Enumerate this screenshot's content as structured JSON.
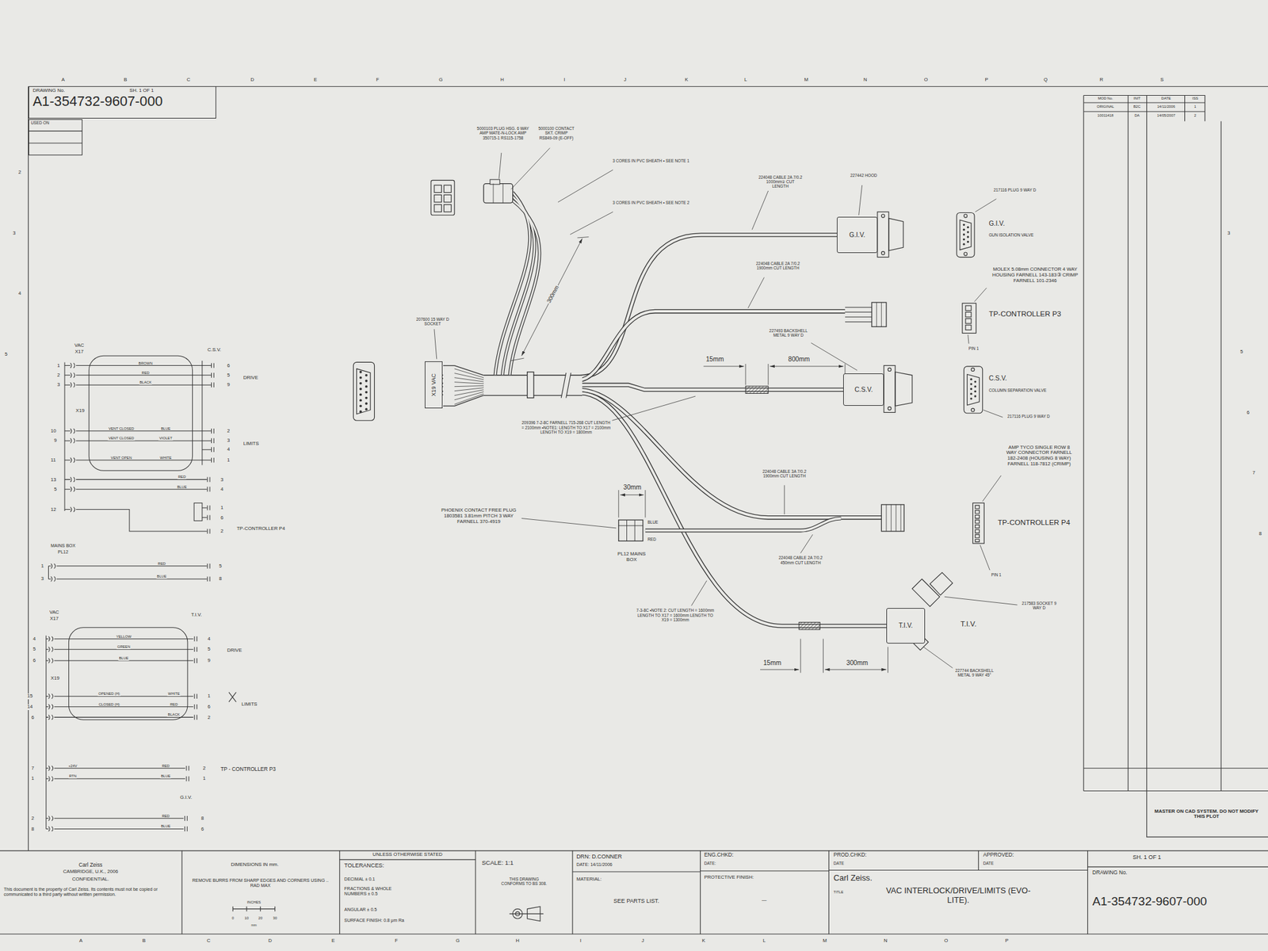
{
  "diagram": {
    "title": "VAC INTERLOCK/DRIVE/LIMITS (EVO-LITE).",
    "nodes": [
      {
        "text": [
          "DRAWING No.",
          "SH. 1 OF 1",
          "A1-354732-9607-000"
        ]
      },
      {
        "text": [
          "USED ON"
        ]
      },
      {
        "text": [
          "X19 VAC"
        ]
      },
      {
        "text": [
          "G.I.V."
        ]
      },
      {
        "text": [
          "C.S.V."
        ]
      },
      {
        "text": [
          "T.I.V."
        ]
      }
    ],
    "edges": [
      {
        "from": 2,
        "to": 3,
        "arrow": "none"
      },
      {
        "from": 2,
        "to": 4,
        "arrow": "none"
      },
      {
        "from": 2,
        "to": 5,
        "arrow": "none"
      }
    ],
    "labels": [
      "A",
      "B",
      "C",
      "D",
      "E",
      "F",
      "G",
      "H",
      "I",
      "J",
      "K",
      "L",
      "M",
      "N",
      "O",
      "P",
      "Q",
      "R",
      "S",
      "A",
      "B",
      "C",
      "D",
      "E",
      "F",
      "G",
      "H",
      "I",
      "J",
      "K",
      "L",
      "M",
      "N",
      "O",
      "P",
      "2",
      "3",
      "4",
      "5",
      "3",
      "5",
      "6",
      "7",
      "8",
      "MOD No.",
      "INIT",
      "DATE",
      "ISS",
      "ORIGINAL",
      "B2C",
      "14/11/2006",
      "1",
      "10011418",
      "DA",
      "14/05/2007",
      "2",
      "5000103 PLUG HSG. 6 WAY AMP MATE-N-LOCK AMP 350715-1 RS115-1758",
      "5000100 CONTACT SKT. CRIMP RS849-09 (E-OFF)",
      "3 CORES IN PVC SHEATH • SEE NOTE 1",
      "3 CORES IN PVC SHEATH • SEE NOTE 2",
      "300mm",
      "207600 15 WAY D SOCKET",
      "224048 CABLE 2A 7/0.2 1000mm② CUT LENGTH",
      "227442 HOOD",
      "217116 PLUG 9 WAY D",
      "G.I.V.",
      "GUN ISOLATION VALVE",
      "224048 CABLE 2A 7/0.2 1900mm CUT LENGTH",
      "MOLEX 5.08mm CONNECTOR 4 WAY HOUSING FARNELL 143-183③ CRIMP FARNELL 101-2346",
      "TP-CONTROLLER P3",
      "PIN 1",
      "227493 BACKSHELL METAL 9 WAY D",
      "15mm",
      "800mm",
      "C.S.V.",
      "COLUMN SEPARATION VALVE",
      "217116 PLUG 9 WAY D",
      "209396 7-2-8C FARNELL 715-268 CUT LENGTH = 2100mm •NOTE1: LENGTH TO X17 = 2100mm LENGTH TO X19 = 1800mm",
      "AMP TYCO SINGLE ROW 8 WAY CONNECTOR FARNELL 182-2408 (HOUSING 8 WAY) FARNELL 118-7812 (CRIMP)",
      "TP-CONTROLLER P4",
      "PIN 1",
      "30mm",
      "PHOENIX CONTACT FREE PLUG 1803581 3.81mm PITCH 3 WAY FARNELL 370-4919",
      "BLUE",
      "RED",
      "PL12 MAINS BOX",
      "224048 CABLE 3A 7/0.2 1900mm CUT LENGTH",
      "224048 CABLE 2A 7/0.2 450mm CUT LENGTH",
      "7-3-8C •NOTE 2: CUT LENGTH = 1600mm LENGTH TO X17 = 1600mm LENGTH TO X19 = 1300mm",
      "T.I.V.",
      "217583 SOCKET 9 WAY D",
      "227744 BACKSHELL METAL 9 WAY 45°",
      "15mm",
      "300mm",
      "VAC",
      "X17",
      "C.S.V.",
      "BROWN",
      "RED",
      "BLACK",
      "1",
      "2",
      "3",
      "6",
      "5",
      "9",
      "DRIVE",
      "X19",
      "10",
      "9",
      "11",
      "VENT CLOSED",
      "VENT CLOSED",
      "VENT OPEN",
      "BLUE",
      "VIOLET",
      "WHITE",
      "2",
      "3",
      "4",
      "1",
      "LIMITS",
      "13",
      "5",
      "RED",
      "BLUE",
      "3",
      "4",
      "12",
      "1",
      "6",
      "2",
      "TP-CONTROLLER P4",
      "MAINS BOX",
      "PL12",
      "1",
      "3",
      "RED",
      "BLUE",
      "5",
      "8",
      "VAC",
      "X17",
      "T.I.V.",
      "YELLOW",
      "GREEN",
      "BLUE",
      "4",
      "5",
      "6",
      "4",
      "5",
      "9",
      "DRIVE",
      "X19",
      "15",
      "14",
      "6",
      "OPENED (H)",
      "CLOSED (H)",
      "WHITE",
      "RED",
      "BLACK",
      "1",
      "6",
      "2",
      "LIMITS",
      "7",
      "1",
      "+24V",
      "RTN",
      "RED",
      "BLUE",
      "2",
      "1",
      "TP - CONTROLLER P3",
      "G.I.V.",
      "RED",
      "BLUE",
      "2",
      "8",
      "8",
      "6",
      "MASTER ON CAD SYSTEM. DO NOT MODIFY THIS PLOT",
      "Carl Zeiss",
      "CAMBRIDGE, U.K., 2006",
      "CONFIDENTIAL.",
      "This document is the property of Carl Zeiss. Its contents must not be copied or communicated to a third party without written permission.",
      "DIMENSIONS IN mm.",
      "REMOVE BURRS FROM SHARP EDGES AND CORNERS USING .. RAD MAX",
      "INCHES",
      "0",
      "10",
      "20",
      "30",
      "mm",
      "UNLESS OTHERWISE STATED",
      "TOLERANCES:",
      "DECIMAL ± 0.1",
      "FRACTIONS & WHOLE NUMBERS ± 0.5",
      "ANGULAR ± 0.5",
      "SURFACE FINISH: 0.8 μm Ra",
      "SCALE: 1:1",
      "THIS DRAWING CONFORMS TO BS 308.",
      "DRN: D.CONNER",
      "DATE: 14/11/2006",
      "MATERIAL:",
      "SEE PARTS LIST.",
      "ENG.CHKD:",
      "DATE:",
      "PROTECTIVE FINISH:",
      "—",
      "PROD.CHKD:",
      "DATE",
      "APPROVED:",
      "DATE",
      "SH. 1 OF 1",
      "Carl Zeiss.",
      "TITLE",
      "DRAWING No.",
      "A1-354732-9607-000"
    ]
  }
}
